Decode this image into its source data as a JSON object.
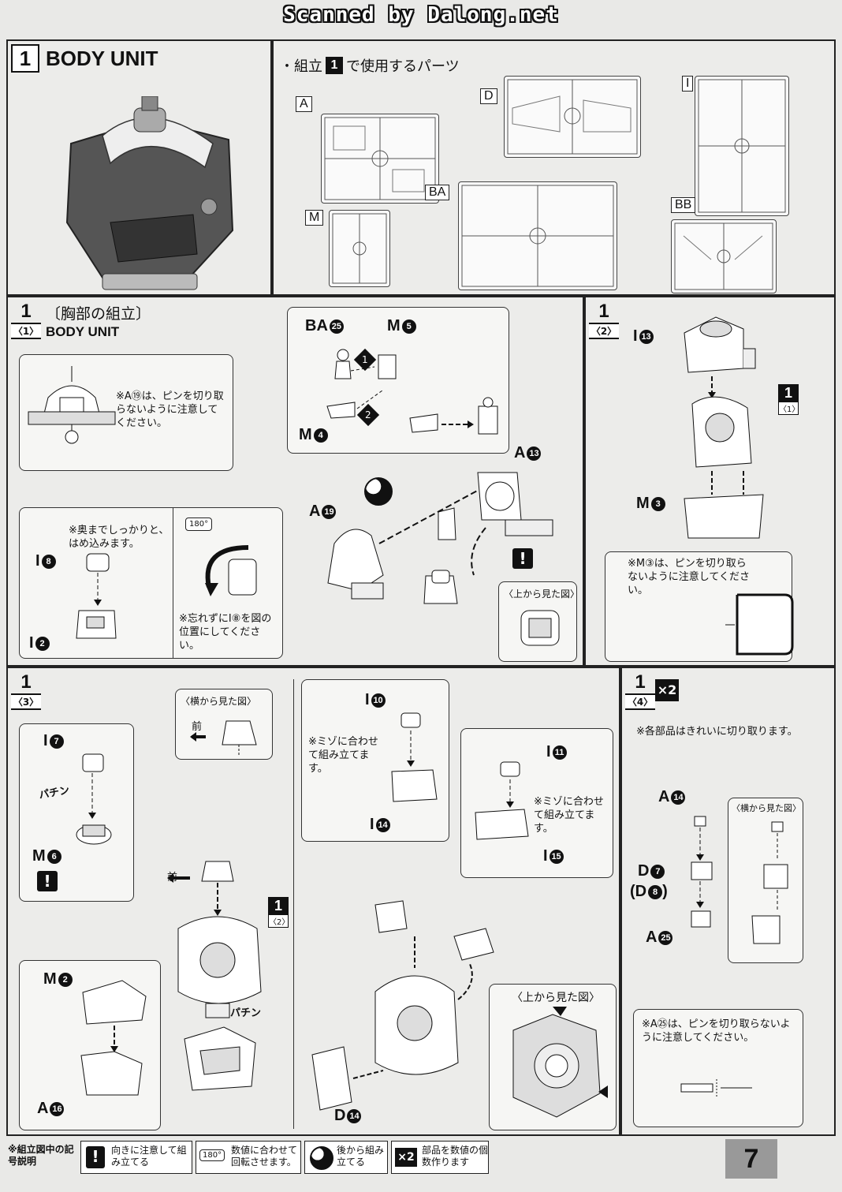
{
  "header": {
    "scanned_text": "Scanned by Dalong.net"
  },
  "top": {
    "step_number": "1",
    "unit_title": "BODY UNIT",
    "parts_heading": "・組立",
    "parts_heading_step": "1",
    "parts_heading_suffix": "で使用するパーツ",
    "runners": [
      "A",
      "D",
      "I",
      "BA",
      "M",
      "BB"
    ]
  },
  "step1_1": {
    "number": "1",
    "sub": "〈1〉",
    "title_jp": "〔胸部の組立〕",
    "title_en": "BODY UNIT",
    "note_a19": "※A⑲は、ピンを切り取らないように注意してください。",
    "label_i8": "I",
    "num_i8": "8",
    "label_i2": "I",
    "num_i2": "2",
    "note_push": "※奥までしっかりと、はめ込みます。",
    "note_rotate": "※忘れずにI⑧を図の位置にしてください。",
    "rotate_tag": "180°",
    "label_ba25": "BA",
    "num_ba25": "25",
    "label_m5": "M",
    "num_m5": "5",
    "label_m4": "M",
    "num_m4": "4",
    "order_1": "1",
    "order_2": "2",
    "label_a13": "A",
    "num_a13": "13",
    "label_a19": "A",
    "num_a19": "19",
    "top_view": "〈上から見た図〉"
  },
  "step1_2": {
    "number": "1",
    "sub": "〈2〉",
    "label_i13": "I",
    "num_i13": "13",
    "ref_number": "1",
    "ref_sub": "〈1〉",
    "label_m3": "M",
    "num_m3": "3",
    "note_m3": "※M③は、ピンを切り取らないように注意してください。"
  },
  "step1_3": {
    "number": "1",
    "sub": "〈3〉",
    "side_view": "〈横から見た図〉",
    "front_label": "前",
    "front_label2": "前",
    "label_i7": "I",
    "num_i7": "7",
    "snap": "パチン",
    "snap2": "パチン",
    "label_m6": "M",
    "num_m6": "6",
    "ref_number": "1",
    "ref_sub": "〈2〉",
    "label_m2": "M",
    "num_m2": "2",
    "label_a16": "A",
    "num_a16": "16",
    "label_i10": "I",
    "num_i10": "10",
    "note_groove1": "※ミゾに合わせて組み立てます。",
    "label_i14": "I",
    "num_i14": "14",
    "label_i11": "I",
    "num_i11": "11",
    "note_groove2": "※ミゾに合わせて組み立てます。",
    "label_i15": "I",
    "num_i15": "15",
    "top_view": "〈上から見た図〉",
    "label_d14": "D",
    "num_d14": "14"
  },
  "step1_4": {
    "number": "1",
    "sub": "〈4〉",
    "multiplier": "×2",
    "note_cut": "※各部品はきれいに切り取ります。",
    "label_a14": "A",
    "num_a14": "14",
    "side_view": "〈横から見た図〉",
    "label_d7": "D",
    "num_d7": "7",
    "label_d8": "(D",
    "num_d8": "8",
    "label_d8_close": ")",
    "label_a25": "A",
    "num_a25": "25",
    "note_a25": "※A㉕は、ピンを切り取らないように注意してください。"
  },
  "legend": {
    "title": "※組立図中の記号説明",
    "items": [
      {
        "icon": "!",
        "text": "向きに注意して組み立てる"
      },
      {
        "icon": "180°",
        "text": "数値に合わせて回転させます。"
      },
      {
        "icon": "◐",
        "text": "後から組み立てる"
      },
      {
        "icon": "×2",
        "text": "部品を数値の個数作ります"
      }
    ]
  },
  "page_number": "7"
}
